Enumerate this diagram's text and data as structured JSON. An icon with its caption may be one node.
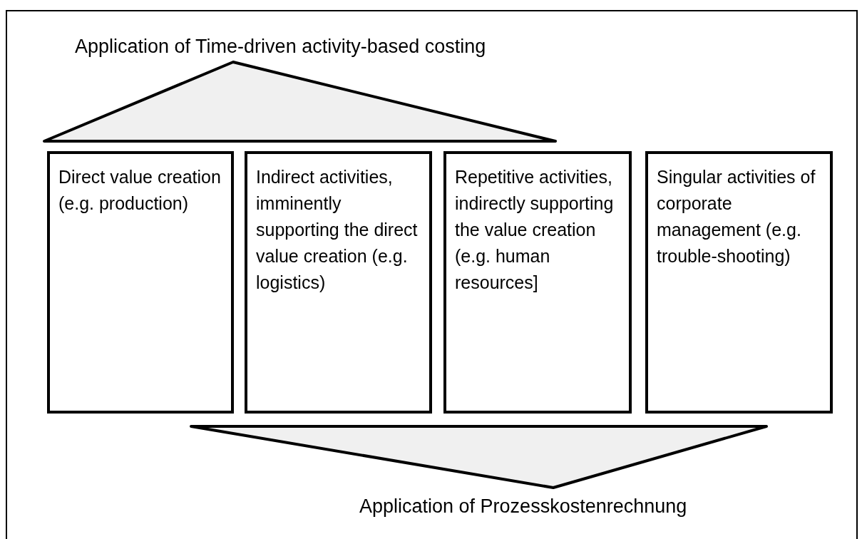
{
  "diagram": {
    "nodes": [
      {
        "text": [
          "Application of Time-driven activity-based costing"
        ]
      },
      {
        "text": [
          "Direct value creation (e.g. production)"
        ]
      },
      {
        "text": [
          "Indirect activities, imminently supporting the direct value creation (e.g. logistics)"
        ]
      },
      {
        "text": [
          "Repetitive activities, indirectly supporting the value creation (e.g. human resources]"
        ]
      },
      {
        "text": [
          "Singular activities of corporate management (e.g. trouble-shooting)"
        ]
      },
      {
        "text": [
          "Application of Prozesskostenrechnung"
        ]
      }
    ]
  }
}
